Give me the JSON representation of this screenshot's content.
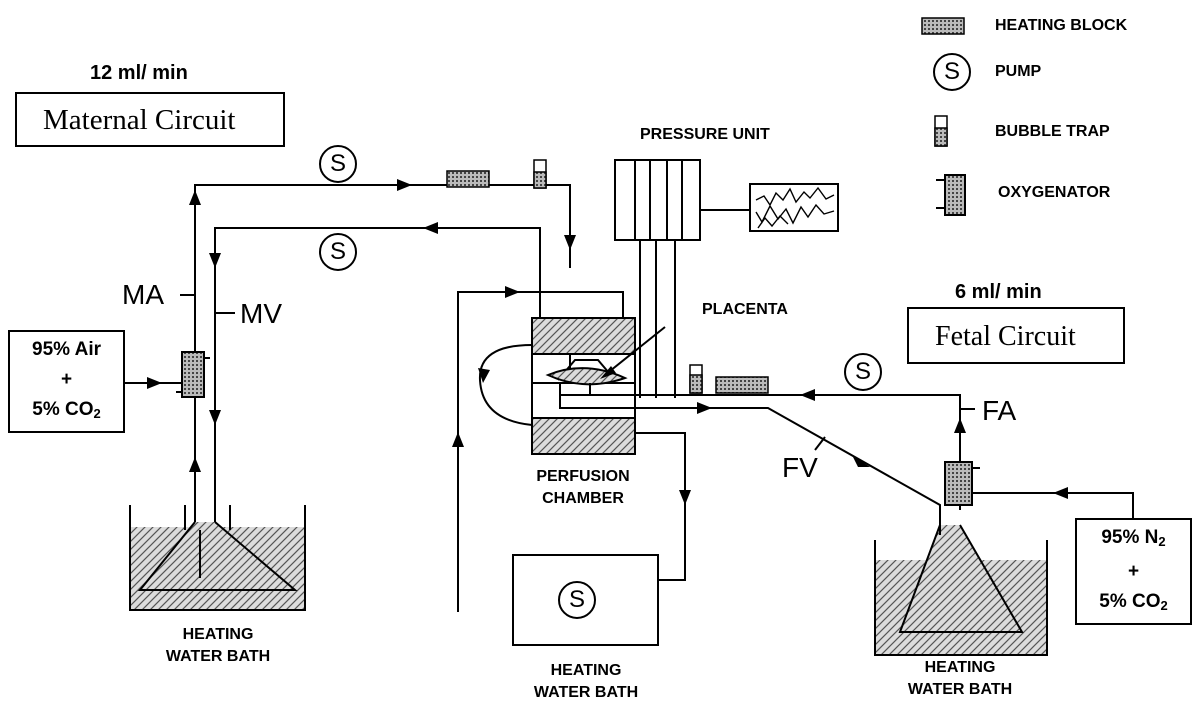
{
  "maternal_circuit": {
    "title": "Maternal Circuit",
    "flow_rate": "12 ml/ min",
    "artery_label": "MA",
    "vein_label": "MV",
    "gas_mix": {
      "line1": "95% Air",
      "line2": "+",
      "line3_prefix": "5% CO",
      "line3_sub": "2"
    },
    "bath_label": {
      "line1": "HEATING",
      "line2": "WATER BATH"
    }
  },
  "fetal_circuit": {
    "title": "Fetal Circuit",
    "flow_rate": "6 ml/ min",
    "artery_label": "FA",
    "vein_label": "FV",
    "gas_mix": {
      "line1_prefix": "95% N",
      "line1_sub": "2",
      "line2": "+",
      "line3_prefix": "5% CO",
      "line3_sub": "2"
    },
    "bath_label": {
      "line1": "HEATING",
      "line2": "WATER BATH"
    }
  },
  "chamber": {
    "label_line1": "PERFUSION",
    "label_line2": "CHAMBER",
    "placenta_label": "PLACENTA",
    "bath_label": {
      "line1": "HEATING",
      "line2": "WATER  BATH"
    }
  },
  "pressure_unit": {
    "label": "PRESSURE UNIT"
  },
  "pump_symbol": "S",
  "legend": {
    "heating_block": "HEATING BLOCK",
    "pump": "PUMP",
    "bubble_trap": "BUBBLE TRAP",
    "oxygenator": "OXYGENATOR"
  },
  "colors": {
    "line": "#000000",
    "fill_pattern": "#d9d9d9",
    "background": "#ffffff"
  }
}
